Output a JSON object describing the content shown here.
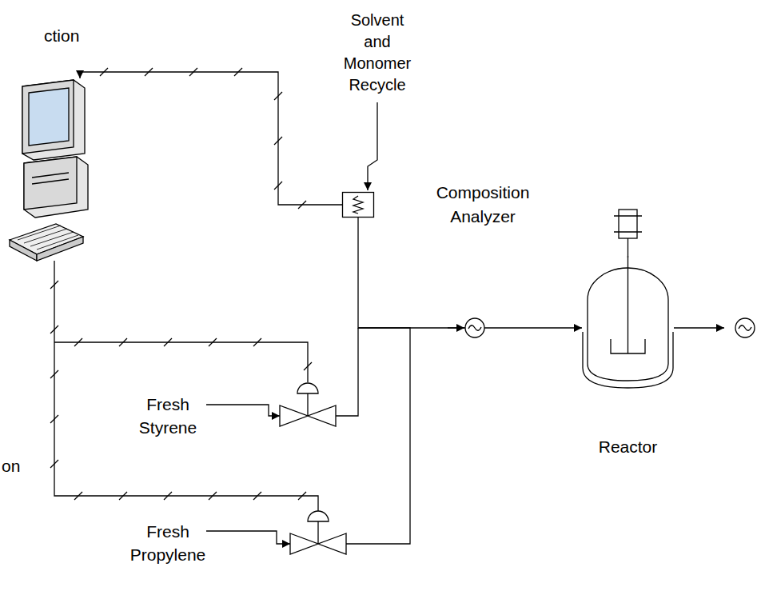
{
  "diagram": {
    "nodes": [
      {
        "text": [
          "Composition Analyzer"
        ]
      },
      {
        "text": [
          "Reactor"
        ]
      }
    ],
    "edges": [
      {
        "from": 0,
        "to": 1,
        "arrow": "to"
      }
    ],
    "labels": [
      "ction",
      "Solvent and Monomer Recycle",
      "Fresh Styrene",
      "on",
      "Fresh Propylene"
    ]
  }
}
